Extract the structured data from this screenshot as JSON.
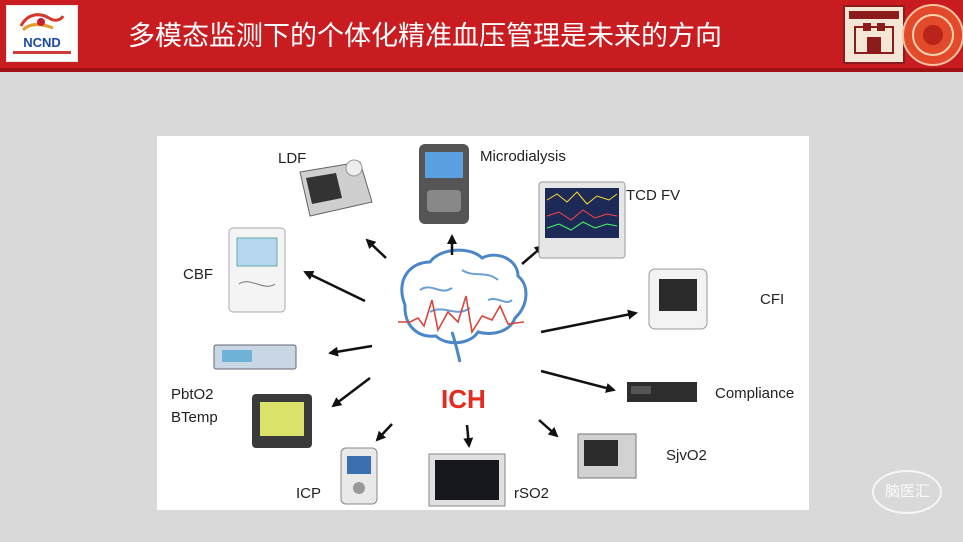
{
  "header": {
    "logo_text": "NCND",
    "title": "多模态监测下的个体化精准血压管理是未来的方向"
  },
  "diagram": {
    "center": "ICH",
    "labels": {
      "ldf": "LDF",
      "microdialysis": "Microdialysis",
      "tcd": "TCD FV",
      "cbf": "CBF",
      "cfi": "CFI",
      "pbto2": "PbtO2",
      "btemp": "BTemp",
      "compliance": "Compliance",
      "sjvo2": "SjvO2",
      "icp": "ICP",
      "rso2": "rSO2"
    }
  },
  "colors": {
    "header": "#c81c20",
    "ich": "#e32b1f",
    "brain": "#4a86c8",
    "trace": "#d6463c"
  },
  "watermark": {
    "text": "脑医汇"
  }
}
